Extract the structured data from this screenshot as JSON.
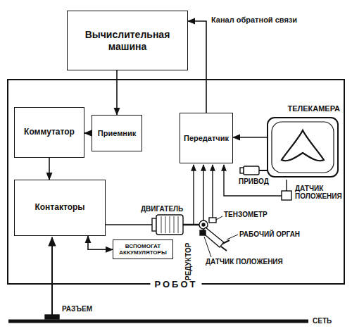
{
  "diagram": {
    "nodes": [
      {
        "text": [
          "Вычислительная машина"
        ]
      },
      {
        "text": [
          "РОБОТ"
        ]
      },
      {
        "text": [
          "Коммутатор"
        ],
        "in": 1
      },
      {
        "text": [
          "Приемник"
        ],
        "in": 1
      },
      {
        "text": [
          "Передатчик"
        ],
        "in": 1
      },
      {
        "text": [
          "ТЕЛЕКАМЕРА"
        ],
        "in": 1
      },
      {
        "text": [
          "Контакторы"
        ],
        "in": 1
      },
      {
        "text": [
          "ВСПОМОГАТ АККУМУЛЯТОРЫ"
        ],
        "in": 1
      }
    ],
    "edges": [
      {
        "from": 0,
        "to": 3,
        "arrow": "to"
      },
      {
        "from": 4,
        "to": 0,
        "label": "Канал обратной связи",
        "arrow": "to"
      },
      {
        "from": 3,
        "to": 2,
        "arrow": "to"
      },
      {
        "from": 2,
        "to": 6,
        "arrow": "to"
      },
      {
        "from": 5,
        "to": 4,
        "arrow": "to"
      },
      {
        "from": 7,
        "to": 6,
        "arrow": "both"
      }
    ],
    "labels": [
      "ДВИГАТЕЛЬ",
      "РЕДУКТОР",
      "ТЕНЗОМЕТР",
      "РАБОЧИЙ ОРГАН",
      "ДАТЧИК ПОЛОЖЕНИЯ",
      "ПРИВОД",
      "ДАТЧИК ПОЛОЖЕНИЯ",
      "РАЗЪЕМ",
      "СЕТЬ"
    ]
  }
}
